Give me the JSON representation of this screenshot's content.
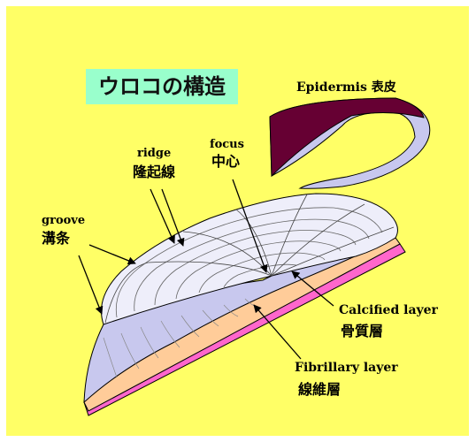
{
  "title": "ウロコの構造",
  "colors": {
    "background": "#ffff66",
    "title_box": "#99ffcc",
    "scale_top": "#eeeefa",
    "scale_side": "#c8c8ee",
    "calcified": "#ffcc99",
    "fibrillary": "#ff66cc",
    "epidermis_dark": "#660033",
    "epidermis_light": "#c8c8ee"
  },
  "labels": {
    "epidermis": "Epidermis 表皮",
    "focus_en": "focus",
    "focus_jp": "中心",
    "ridge_en": "ridge",
    "ridge_jp": "隆起線",
    "groove_en": "groove",
    "groove_jp": "溝条",
    "calcified_en": "Calcified layer",
    "calcified_jp": "骨質層",
    "fibrillary_en": "Fibrillary layer",
    "fibrillary_jp": "線維層"
  }
}
